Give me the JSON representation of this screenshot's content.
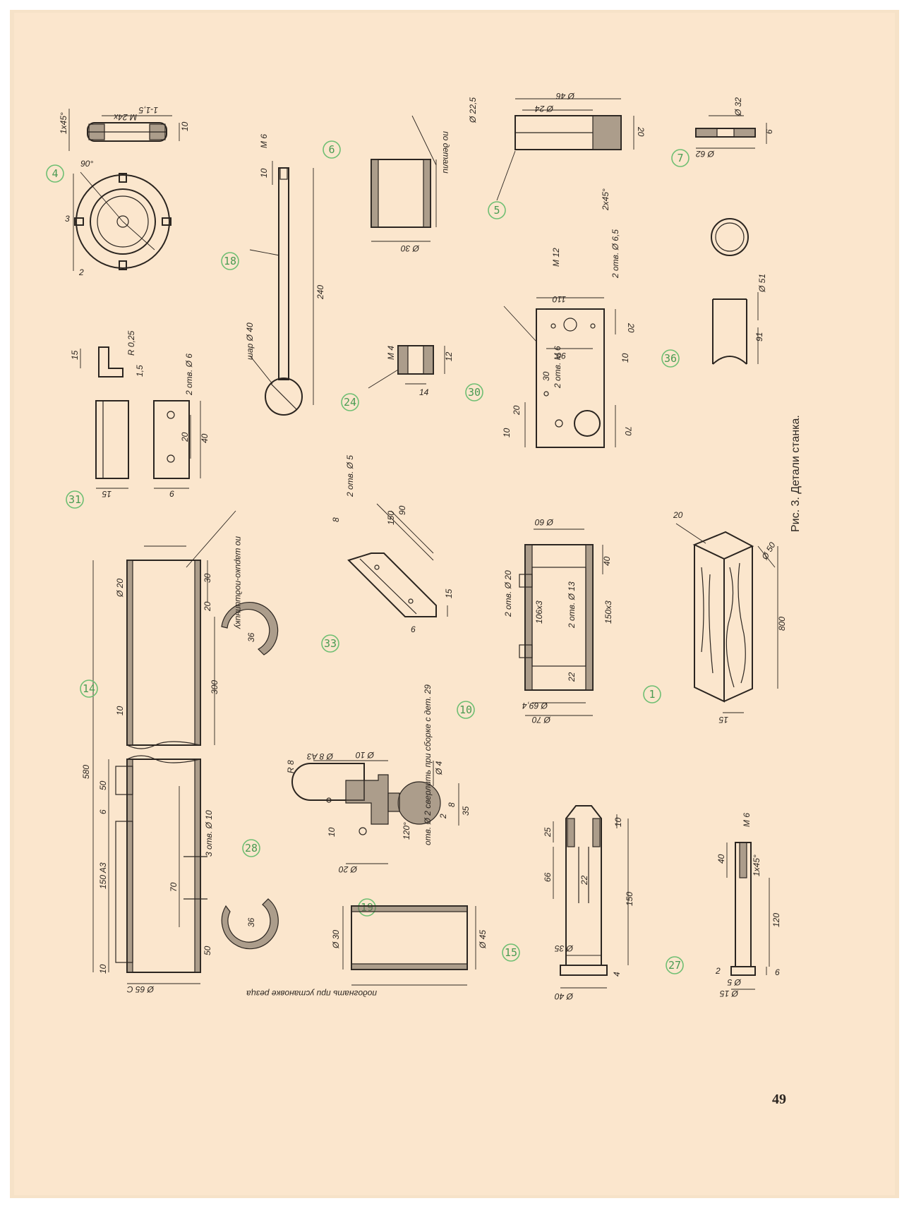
{
  "caption": "Рис. 3. Детали станка.",
  "page_number": "49",
  "part_numbers": [
    "4",
    "18",
    "6",
    "5",
    "7",
    "31",
    "24",
    "30",
    "36",
    "33",
    "10",
    "1",
    "14",
    "28",
    "19",
    "15",
    "27"
  ],
  "dimension_labels": {
    "part4": [
      "1x45°",
      "M 24x",
      "1-1,5",
      "10",
      "90°",
      "3",
      "2"
    ],
    "part18": [
      "M 6",
      "10",
      "240",
      "шар Ø 40"
    ],
    "part6": [
      "по детали",
      "Ø 30"
    ],
    "part5": [
      "Ø 46",
      "Ø 22,5",
      "Ø 24",
      "20",
      "2x45°"
    ],
    "part7": [
      "Ø 32",
      "Ø 62",
      "6"
    ],
    "part31": [
      "R 0,25",
      "15",
      "1,5",
      "2 отв. Ø 6",
      "20",
      "40",
      "15",
      "6"
    ],
    "part24": [
      "M 4",
      "12",
      "14"
    ],
    "part30": [
      "M 12",
      "110",
      "2 отв. Ø 6,5",
      "20",
      "90",
      "30",
      "2 отв. M 6",
      "20",
      "10",
      "70",
      "10"
    ],
    "part36": [
      "Ø 51",
      "91"
    ],
    "part33": [
      "2 отв. Ø 5",
      "8",
      "150",
      "90",
      "15",
      "6"
    ],
    "part10": [
      "Ø 60",
      "2 отв. Ø 20",
      "106x3",
      "2 отв. Ø 13",
      "150x3",
      "40",
      "22",
      "Ø 69,4",
      "Ø 70"
    ],
    "part1": [
      "20",
      "Ø 50",
      "800",
      "15"
    ],
    "part14": [
      "Ø 20",
      "30",
      "20",
      "по шарико-подшипнику",
      "300",
      "36",
      "10",
      "580"
    ],
    "part28": [
      "50",
      "6",
      "150 A3",
      "3 отв. Ø 10",
      "70",
      "36",
      "50",
      "10",
      "Ø 65 C"
    ],
    "part19": [
      "R 8",
      "Ø 8 A3",
      "Ø 10",
      "Ø 4",
      "8",
      "2",
      "35",
      "120°",
      "10",
      "Ø 20",
      "отв. Ø 2 сверлить при сборке с дет. 29"
    ],
    "part15": [
      "Ø 30",
      "Ø 45",
      "подогнать при установке резца"
    ],
    "part15b": [
      "25",
      "10",
      "66",
      "22",
      "150",
      "Ø 35",
      "Ø 40",
      "4"
    ],
    "part27": [
      "M 6",
      "40",
      "1x45°",
      "120",
      "2",
      "6",
      "Ø 5",
      "Ø 15"
    ]
  }
}
